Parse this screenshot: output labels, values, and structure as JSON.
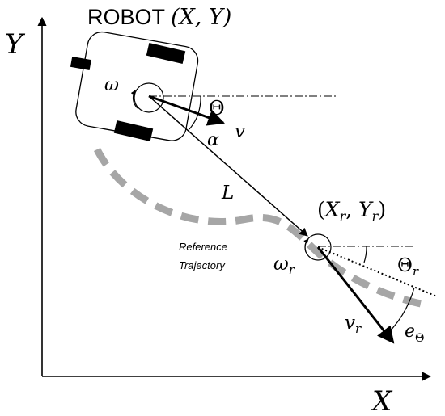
{
  "title": {
    "prefix": "ROBOT ",
    "coords": "(X, Y)"
  },
  "axes": {
    "x_label": "X",
    "y_label": "Y"
  },
  "robot": {
    "omega": "ω",
    "v": "v",
    "theta": "Θ",
    "alpha": "α",
    "distance": "L"
  },
  "reference": {
    "coords_base_x": "X",
    "coords_sub_x": "r",
    "coords_base_y": "Y",
    "coords_sub_y": "r",
    "omega_base": "ω",
    "omega_sub": "r",
    "v_base": "v",
    "v_sub": "r",
    "theta_base": "Θ",
    "theta_sub": "r",
    "e_base": "e",
    "e_sub": "Θ",
    "trajectory_line1": "Reference",
    "trajectory_line2": "Trajectory"
  },
  "colors": {
    "ink": "#000000",
    "trajectory": "#a6a6a6",
    "background": "#ffffff"
  }
}
